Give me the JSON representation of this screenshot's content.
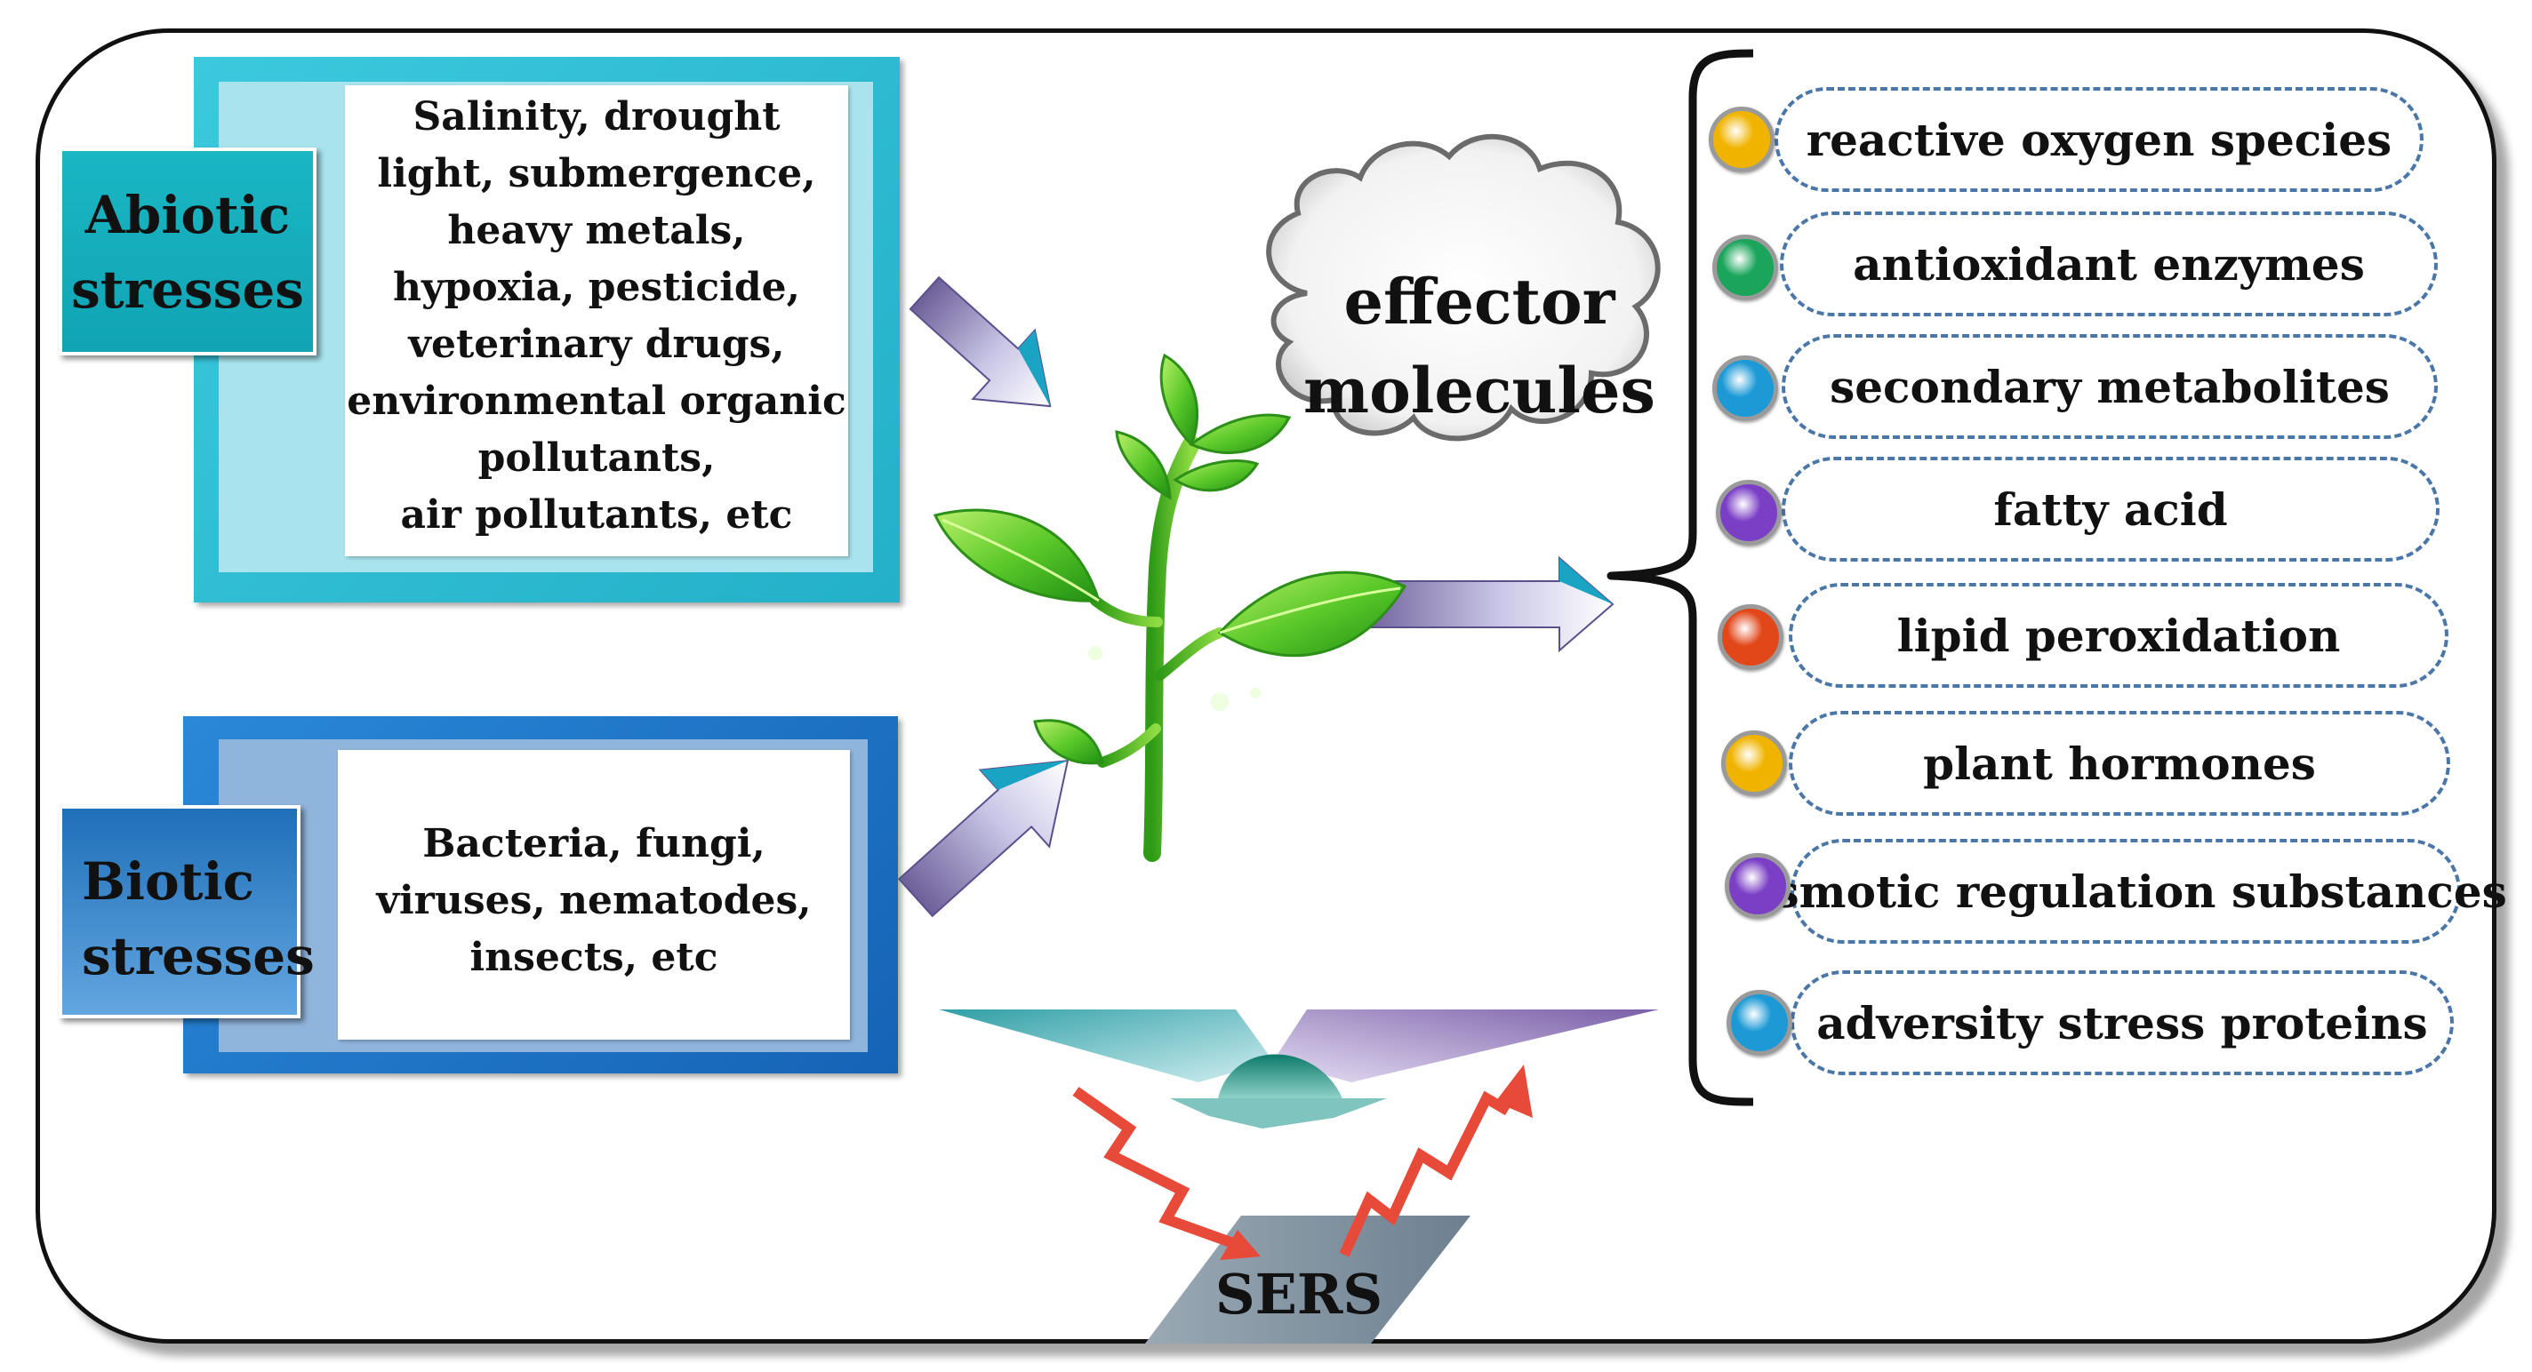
{
  "abiotic": {
    "label_line1": "Abiotic",
    "label_line2": "stresses",
    "lines": [
      "Salinity, drought",
      "light, submergence,",
      "heavy metals,",
      "hypoxia, pesticide,",
      "veterinary drugs,",
      "environmental organic",
      "pollutants,",
      "air pollutants, etc"
    ]
  },
  "biotic": {
    "label_line1": "Biotic",
    "label_line2": "stresses",
    "lines": [
      "Bacteria, fungi,",
      "viruses, nematodes,",
      "insects, etc"
    ]
  },
  "cloud": {
    "line1": "effector",
    "line2": "molecules"
  },
  "effectors": [
    {
      "label": "reactive oxygen species",
      "color": "#f0b400"
    },
    {
      "label": "antioxidant enzymes",
      "color": "#1aa55a"
    },
    {
      "label": "secondary metabolites",
      "color": "#1d9ad6"
    },
    {
      "label": "fatty acid",
      "color": "#7b3fc6"
    },
    {
      "label": "lipid peroxidation",
      "color": "#e2471a"
    },
    {
      "label": "plant hormones",
      "color": "#f0b400"
    },
    {
      "label": "osmotic regulation substances",
      "color": "#7b3fc6"
    },
    {
      "label": "adversity stress proteins",
      "color": "#1d9ad6"
    }
  ],
  "sers": {
    "label": "SERS"
  },
  "icons": [
    "plant-icon",
    "cloud-icon",
    "arrow-icon",
    "brace-icon",
    "zigzag-arrow-icon",
    "prism-icon"
  ]
}
